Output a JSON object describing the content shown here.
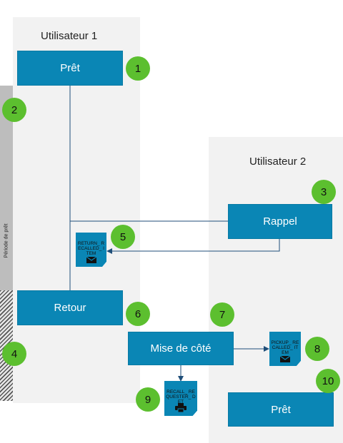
{
  "lanes": {
    "user1": "Utilisateur 1",
    "user2": "Utilisateur 2"
  },
  "period_label": "Période de prêt",
  "boxes": {
    "loan1": "Prêt",
    "recall": "Rappel",
    "return": "Retour",
    "hold": "Mise de côté",
    "loan2": "Prêt"
  },
  "documents": {
    "return_recalled_item": "RETURN_ RECALLED_ ITEM",
    "pickup_recalled_item": "PICKUP_ RECALLED_ ITEM",
    "recall_requester_det": "RECALL_ REQUESTER_ DET"
  },
  "badges": [
    "1",
    "2",
    "3",
    "4",
    "5",
    "6",
    "7",
    "8",
    "9",
    "10"
  ],
  "colors": {
    "box": "#0a86b5",
    "badge": "#5cbf2f",
    "lane": "#f2f2f2",
    "connector": "#1f4e79"
  },
  "icons": {
    "return_recalled_item": "envelope-icon",
    "pickup_recalled_item": "envelope-icon",
    "recall_requester_det": "printer-icon"
  }
}
